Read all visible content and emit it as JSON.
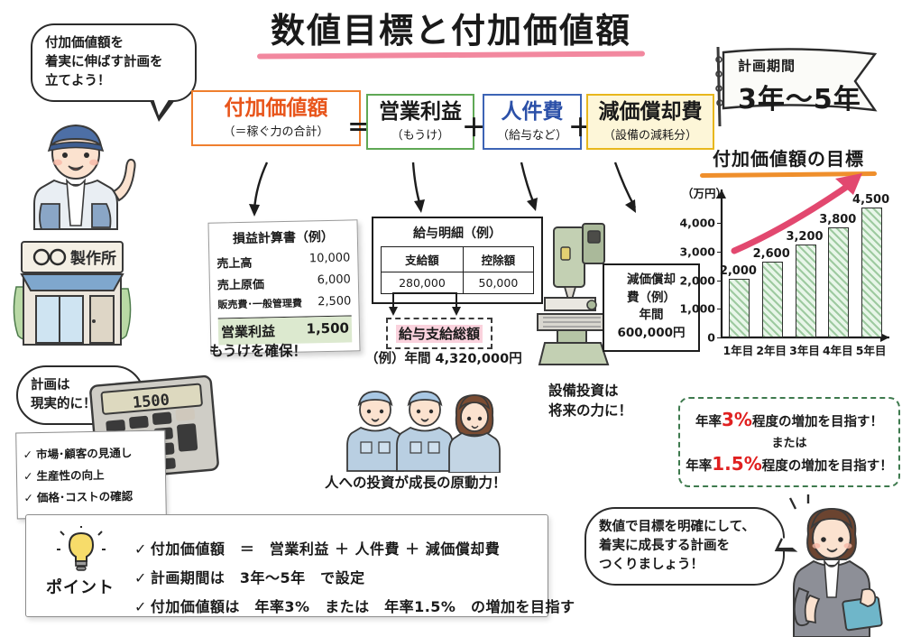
{
  "page": {
    "title": "数値目標と付加価値額",
    "accent_pink": "#f2889f",
    "accent_orange": "#ef8f2c",
    "accent_green": "#3e7a4e",
    "accent_red": "#e02020"
  },
  "bubbles": {
    "top_left": "付加価値額を\n着実に伸ばす計画を\n立てよう！",
    "top_left_lines": [
      "付加価値額を",
      "着実に伸ばす計画を",
      "立てよう！"
    ],
    "calculator": [
      "計画は",
      "現実的に！"
    ],
    "closing": [
      "数値で目標を明確にして、",
      "着実に成長する計画を",
      "つくりましょう！"
    ]
  },
  "formula": {
    "added_value": {
      "label": "付加価値額",
      "note": "（＝稼ぐ力の合計）"
    },
    "equals": "＝",
    "operating_profit": {
      "label": "営業利益",
      "note": "（もうけ）"
    },
    "plus1": "＋",
    "labor_cost": {
      "label": "人件費",
      "note": "（給与など）"
    },
    "plus2": "＋",
    "depreciation": {
      "label": "減価償却費",
      "note": "（設備の減耗分）"
    }
  },
  "shop": {
    "sign": "○○製作所"
  },
  "calculator": {
    "display": "1500"
  },
  "profit_loss": {
    "heading": "損益計算書（例）",
    "rows": [
      {
        "label": "売上高",
        "value": "10,000"
      },
      {
        "label": "売上原価",
        "value": "6,000"
      },
      {
        "label": "販売費･一般管理費",
        "value": "2,500"
      }
    ],
    "total": {
      "label": "営業利益",
      "value": "1,500"
    },
    "caption": "もうけを確保！"
  },
  "payslip": {
    "heading": "給与明細（例）",
    "columns": [
      "支給額",
      "控除額"
    ],
    "values": [
      "280,000",
      "50,000"
    ],
    "tag": "給与支給総額",
    "annual": "（例）年間  4,320,000円",
    "caption": "人への投資が成長の原動力！"
  },
  "depreciation_note": {
    "lines": [
      "減価償却",
      "費（例）",
      "年間",
      "600,000円"
    ],
    "caption": [
      "設備投資は",
      "将来の力に！"
    ]
  },
  "flag": {
    "label": "計画期間",
    "period": "3年～5年"
  },
  "chart_data": {
    "type": "bar",
    "title": "付加価値額の目標",
    "unit_label": "（万円）",
    "categories": [
      "1年目",
      "2年目",
      "3年目",
      "4年目",
      "5年目"
    ],
    "values": [
      2000,
      2600,
      3200,
      3800,
      4500
    ],
    "value_labels": [
      "2,000",
      "2,600",
      "3,200",
      "3,800",
      "4,500"
    ],
    "yticks": [
      0,
      1000,
      2000,
      3000,
      4000
    ],
    "ytick_labels": [
      "0",
      "1,000",
      "2,000",
      "3,000",
      "4,000"
    ],
    "ylim": [
      0,
      4800
    ],
    "xlabel": "",
    "ylabel": "（万円）",
    "grid": false,
    "legend": "none",
    "annotation": "右肩上がりの成長矢印"
  },
  "goal_box": {
    "line1_pre": "年率",
    "line1_pct": "3%",
    "line1_post": "程度の増加を目指す！",
    "or": "または",
    "line2_pre": "年率",
    "line2_pct": "1.5%",
    "line2_post": "程度の増加を目指す！"
  },
  "checklist": {
    "items": [
      "市場･顧客の見通し",
      "生産性の向上",
      "価格･コストの確認"
    ],
    "check_mark": "✓"
  },
  "points": {
    "label": "ポイント",
    "check_mark": "✓",
    "items": [
      "付加価値額　＝　営業利益 ＋ 人件費 ＋ 減価償却費",
      "計画期間は　3年～5年　で設定",
      "付加価値額は　年率3%　または　年率1.5%　の増加を目指す"
    ]
  }
}
